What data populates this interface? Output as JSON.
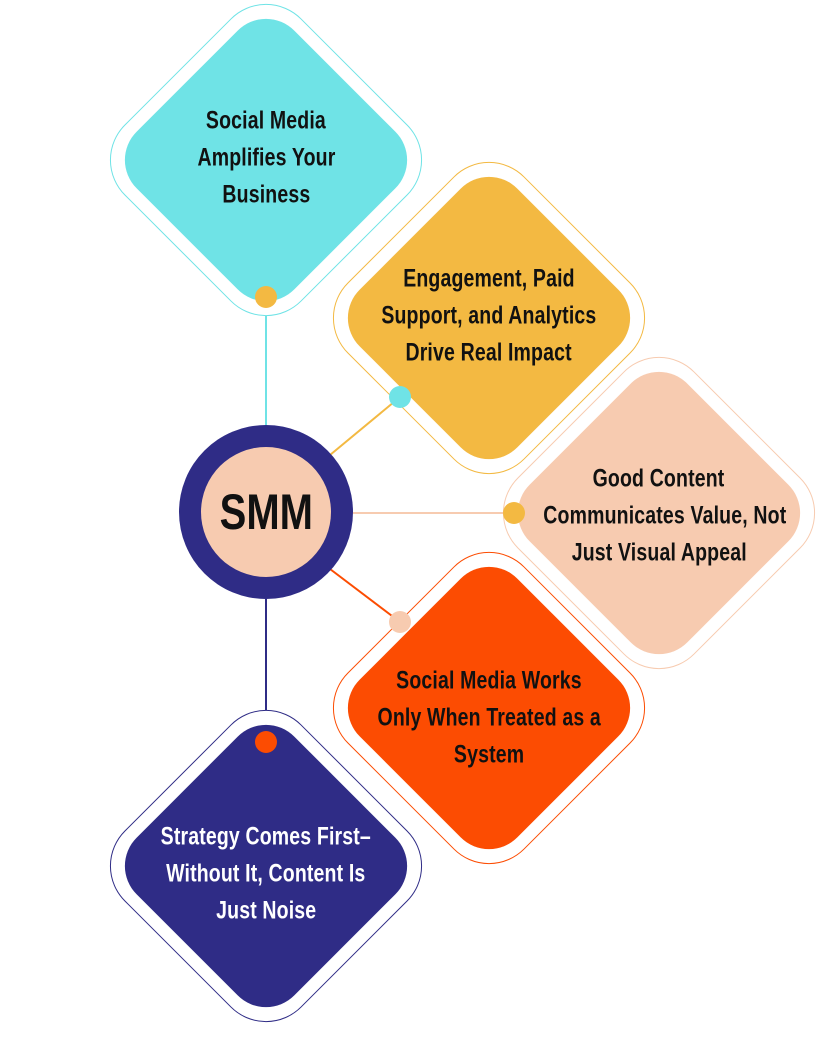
{
  "center": {
    "label": "SMM"
  },
  "colors": {
    "cyan": "#6fe3e6",
    "yellow": "#f3b942",
    "peach": "#f7cbb0",
    "orange": "#fc4c02",
    "navy": "#2f2c86"
  },
  "nodes": [
    {
      "lines": [
        "Social Media",
        "Amplifies Your",
        "Business"
      ]
    },
    {
      "lines": [
        "Engagement, Paid",
        "Support, and Analytics",
        "Drive Real Impact"
      ]
    },
    {
      "lines": [
        "Good Content",
        "Communicates Value, Not",
        "Just Visual Appeal"
      ]
    },
    {
      "lines": [
        "Social Media Works",
        "Only When Treated as a",
        "System"
      ]
    },
    {
      "lines": [
        "Strategy Comes First–",
        "Without It, Content Is",
        "Just Noise"
      ]
    }
  ]
}
